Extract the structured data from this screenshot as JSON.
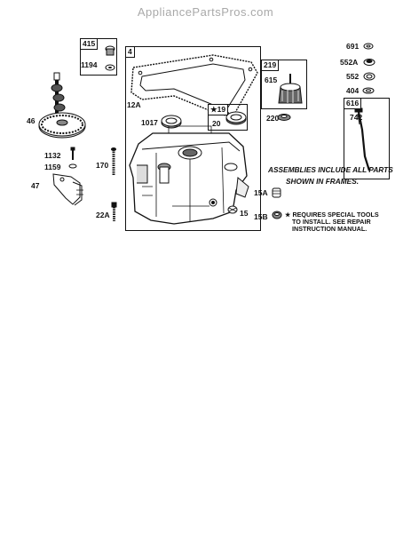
{
  "watermark": "AppliancePartsPros.com",
  "frames": {
    "f415": {
      "a": "415",
      "b": "1194"
    },
    "f4": {
      "a": "4"
    },
    "f19": {
      "a": "★19",
      "b": "20"
    },
    "f219": {
      "a": "219",
      "b": "615"
    },
    "f616": {
      "a": "616",
      "b": "742"
    }
  },
  "labels": {
    "l46": "46",
    "l1132": "1132",
    "l1159": "1159",
    "l47": "47",
    "l170": "170",
    "l22A": "22A",
    "l12A": "12A",
    "l1017": "1017",
    "l15": "15",
    "l220": "220",
    "l691": "691",
    "l552A": "552A",
    "l552": "552",
    "l404": "404",
    "l15A": "15A",
    "l15B": "15B"
  },
  "notes": {
    "assemblies_1": "ASSEMBLIES INCLUDE ALL PARTS",
    "assemblies_2": "SHOWN IN FRAMES.",
    "special_1": "★ REQUIRES SPECIAL TOOLS",
    "special_2": "TO INSTALL.  SEE REPAIR",
    "special_3": "INSTRUCTION MANUAL."
  }
}
